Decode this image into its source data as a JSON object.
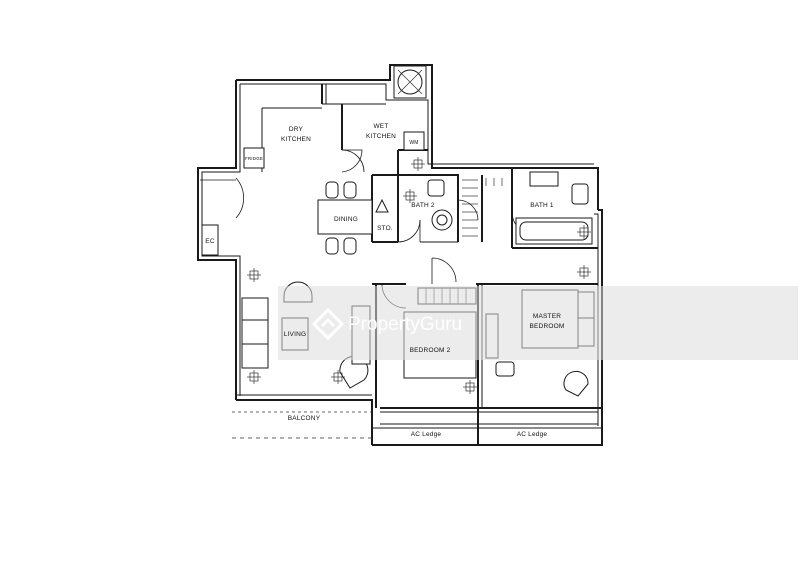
{
  "rooms": {
    "dry_kitchen_1": "DRY",
    "dry_kitchen_2": "KITCHEN",
    "wet_kitchen_1": "WET",
    "wet_kitchen_2": "KITCHEN",
    "fridge": "FRIDGE",
    "wm": "WM",
    "dining": "DINING",
    "bath2": "BATH 2",
    "sto": "STO.",
    "bath1": "BATH 1",
    "ec": "EC",
    "living": "LIVING",
    "bedroom2": "BEDROOM 2",
    "master_1": "MASTER",
    "master_2": "BEDROOM",
    "balcony": "BALCONY",
    "ac_ledge_left": "AC Ledge",
    "ac_ledge_right": "AC Ledge"
  },
  "watermark": {
    "brand_text": "PropertyGuru"
  }
}
